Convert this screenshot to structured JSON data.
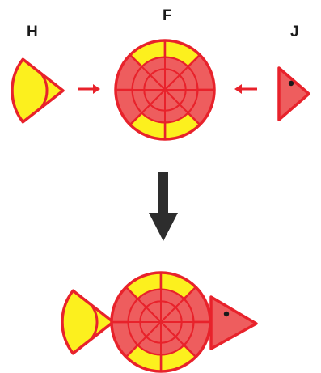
{
  "labels": {
    "tail": "H",
    "body": "F",
    "head": "J"
  },
  "colors": {
    "outline": "#e8222b",
    "red_fill": "#ee5d5e",
    "yellow_fill": "#fcf01e",
    "eye": "#1a1a1a",
    "down_arrow": "#2d2d2d",
    "small_arrows": "#e8222b"
  },
  "body_pattern": {
    "slices": 8,
    "outer_ring_yellow_slices": [
      0,
      1,
      4,
      5
    ]
  },
  "tail_pattern": {
    "outer_band": "yellow",
    "inner_band": "yellow"
  }
}
